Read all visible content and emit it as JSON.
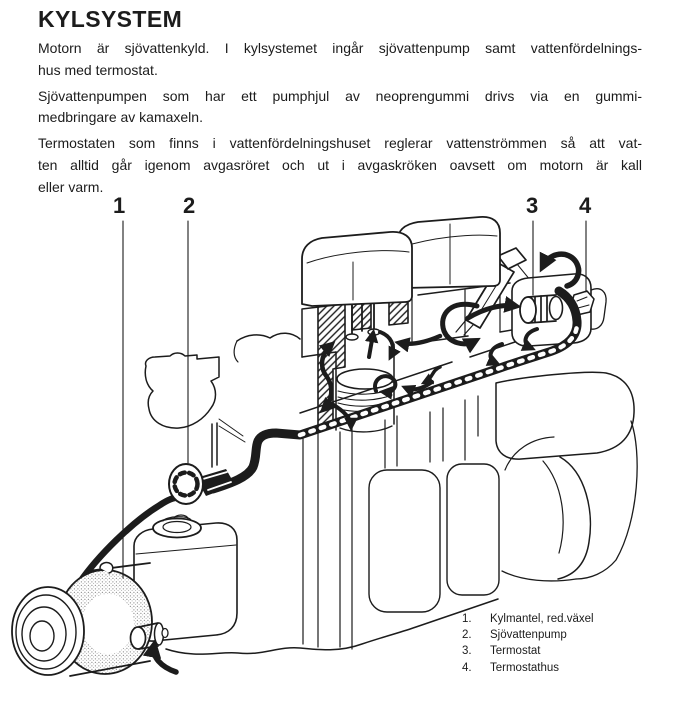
{
  "colors": {
    "background": "#ffffff",
    "ink": "#1c1c1c"
  },
  "heading": "KYLSYSTEM",
  "paragraphs": [
    {
      "lines": [
        "Motorn är sjövattenkyld. I kylsystemet ingår sjövattenpump samt vattenfördelnings-",
        "hus med termostat."
      ]
    },
    {
      "lines": [
        "Sjövattenpumpen som har ett pumphjul av neoprengummi drivs via en gummi-",
        "medbringare av kamaxeln."
      ]
    },
    {
      "lines": [
        "Termostaten som finns i vattenfördelningshuset reglerar vattenströmmen så att vat-",
        "ten alltid går igenom avgasröret och ut i avgaskröken oavsett om motorn är kall",
        "eller varm."
      ]
    }
  ],
  "figure": {
    "callouts": [
      {
        "number": "1"
      },
      {
        "number": "2"
      },
      {
        "number": "3"
      },
      {
        "number": "4"
      }
    ],
    "legend": [
      {
        "number": "1.",
        "label": "Kylmantel, red.växel"
      },
      {
        "number": "2.",
        "label": "Sjövattenpump"
      },
      {
        "number": "3.",
        "label": "Termostat"
      },
      {
        "number": "4.",
        "label": "Termostathus"
      }
    ]
  }
}
